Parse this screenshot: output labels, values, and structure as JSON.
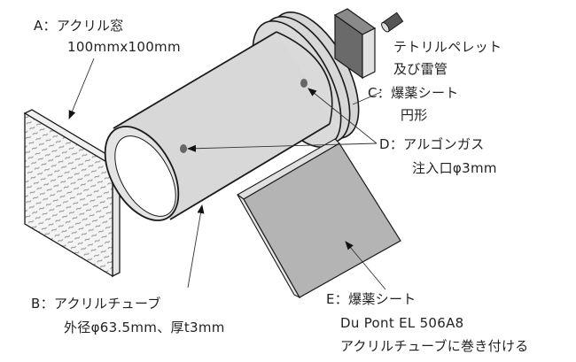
{
  "diagram": {
    "title": "",
    "colors": {
      "background": "#ffffff",
      "line": "#1a1a1a",
      "tube_fill": "#d8d8d8",
      "sheet_fill": "#b4b4b4",
      "sheet_edge": "#e0e0e0",
      "pellet_dark": "#6a6a6a",
      "pellet_side": "#e2e2e2",
      "detonator": "#555555",
      "window_fill": "#f2f2f2",
      "window_pattern": "#8a8a8a"
    },
    "labels": {
      "A": {
        "title": "A：アクリル窓",
        "detail": "100mmx100mm"
      },
      "B": {
        "title": "B：アクリルチューブ",
        "detail": "外径φ63.5mm、厚t3mm"
      },
      "pellet": {
        "line1": "テトリルペレット",
        "line2": "及び雷管"
      },
      "C": {
        "title": "C：爆薬シート",
        "detail": "円形"
      },
      "D": {
        "title": "D：アルゴンガス",
        "detail": "注入口φ3mm"
      },
      "E": {
        "title": "E：爆薬シート",
        "detail1": "Du Pont EL 506A8",
        "detail2": "アクリルチューブに巻き付ける"
      }
    },
    "components": [
      {
        "id": "A",
        "name": "acrylic-window"
      },
      {
        "id": "B",
        "name": "acrylic-tube"
      },
      {
        "id": "C",
        "name": "explosive-sheet-circular"
      },
      {
        "id": "D",
        "name": "argon-gas-inlet"
      },
      {
        "id": "E",
        "name": "explosive-sheet-flat"
      },
      {
        "id": "P",
        "name": "tetryl-pellet-and-detonator"
      }
    ]
  }
}
